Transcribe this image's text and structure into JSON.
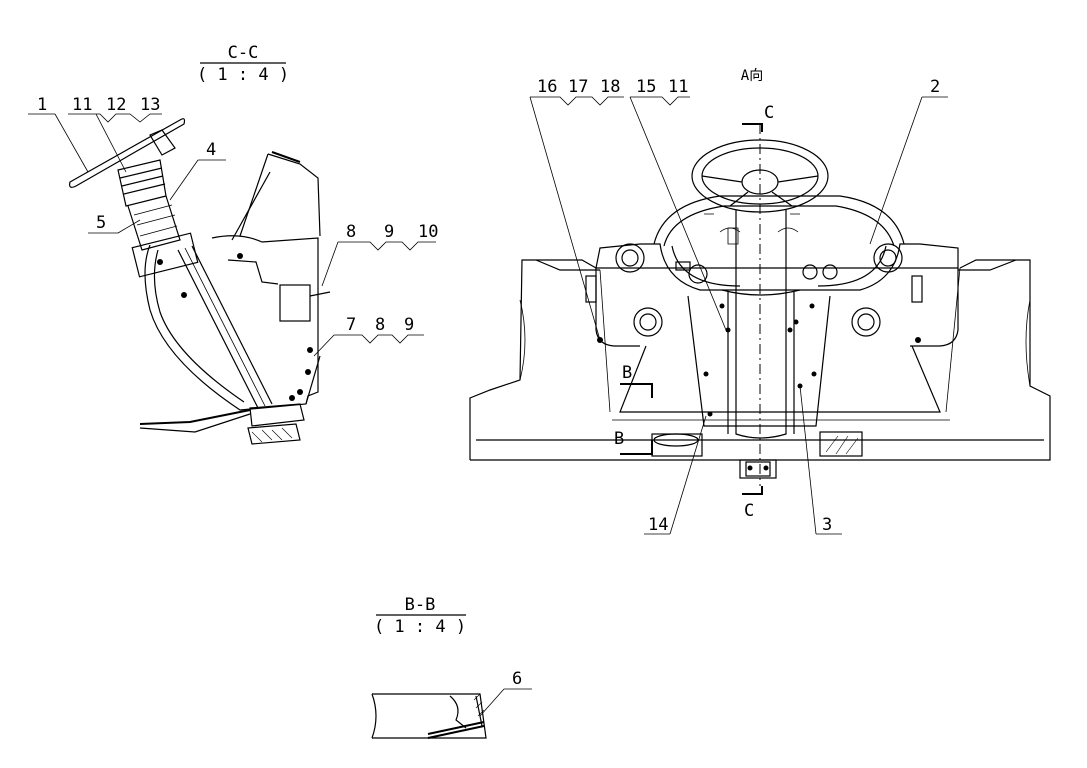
{
  "section_cc": {
    "title": "C-C",
    "scale": "( 1 : 4 )"
  },
  "section_bb": {
    "title": "B-B",
    "scale": "( 1 : 4 )"
  },
  "view_a": {
    "title": "A向"
  },
  "cut_marks": {
    "c_top": "C",
    "c_bottom": "C",
    "b_top": "B",
    "b_bottom": "B"
  },
  "callouts": {
    "n1": "1",
    "n11a": "11",
    "n12": "12",
    "n13": "13",
    "n4": "4",
    "n5": "5",
    "n8a": "8",
    "n9a": "9",
    "n10": "10",
    "n7": "7",
    "n8b": "8",
    "n9b": "9",
    "n16": "16",
    "n17": "17",
    "n18": "18",
    "n15": "15",
    "n11b": "11",
    "n2": "2",
    "n14": "14",
    "n3": "3",
    "n6": "6"
  }
}
